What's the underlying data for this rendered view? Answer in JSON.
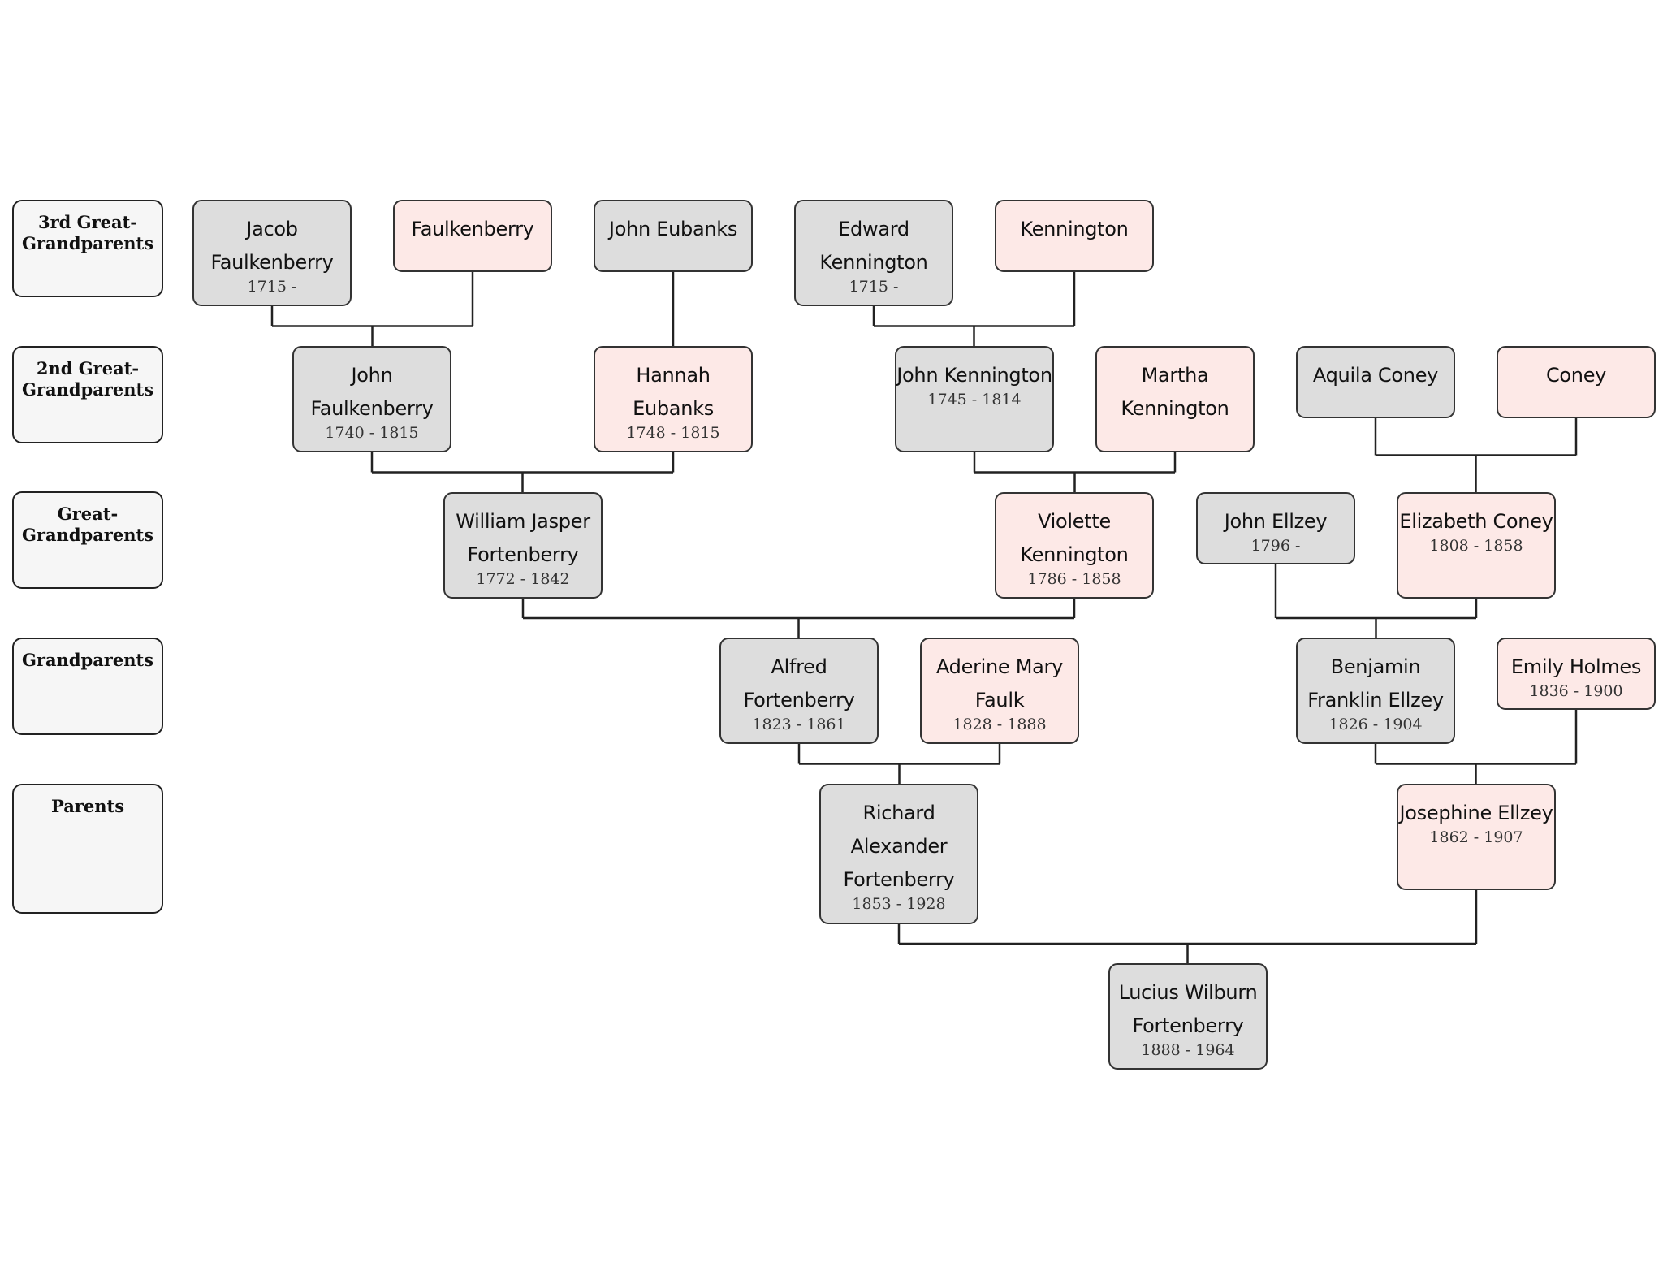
{
  "generations": [
    {
      "id": "g3",
      "label": "3rd Great-\nGrandparents"
    },
    {
      "id": "g2",
      "label": "2nd Great-\nGrandparents"
    },
    {
      "id": "g1",
      "label": "Great-\nGrandparents"
    },
    {
      "id": "g0",
      "label": "Grandparents"
    },
    {
      "id": "gp",
      "label": "Parents"
    }
  ],
  "people": {
    "jacob_faulkenberry": {
      "name": "Jacob Faulkenberry",
      "dates": "1715 -",
      "sex": "male"
    },
    "faulkenberry": {
      "name": "Faulkenberry",
      "dates": "",
      "sex": "female"
    },
    "john_eubanks": {
      "name": "John Eubanks",
      "dates": "",
      "sex": "male"
    },
    "edward_kennington": {
      "name": "Edward Kennington",
      "dates": "1715 -",
      "sex": "male"
    },
    "kennington": {
      "name": "Kennington",
      "dates": "",
      "sex": "female"
    },
    "john_faulkenberry": {
      "name": "John Faulkenberry",
      "dates": "1740 - 1815",
      "sex": "male"
    },
    "hannah_eubanks": {
      "name": "Hannah Eubanks",
      "dates": "1748 - 1815",
      "sex": "female"
    },
    "john_kennington": {
      "name": "John Kennington",
      "dates": "1745 - 1814",
      "sex": "male"
    },
    "martha_kennington": {
      "name": "Martha Kennington",
      "dates": "",
      "sex": "female"
    },
    "aquila_coney": {
      "name": "Aquila Coney",
      "dates": "",
      "sex": "male"
    },
    "coney": {
      "name": "Coney",
      "dates": "",
      "sex": "female"
    },
    "william_jasper_fortenberry": {
      "name": "William Jasper Fortenberry",
      "dates": "1772 - 1842",
      "sex": "male"
    },
    "violette_kennington": {
      "name": "Violette Kennington",
      "dates": "1786 - 1858",
      "sex": "female"
    },
    "john_ellzey": {
      "name": "John Ellzey",
      "dates": "1796 -",
      "sex": "male"
    },
    "elizabeth_coney": {
      "name": "Elizabeth Coney",
      "dates": "1808 - 1858",
      "sex": "female"
    },
    "alfred_fortenberry": {
      "name": "Alfred Fortenberry",
      "dates": "1823 - 1861",
      "sex": "male"
    },
    "aderine_mary_faulk": {
      "name": "Aderine Mary Faulk",
      "dates": "1828 - 1888",
      "sex": "female"
    },
    "benjamin_franklin_ellzey": {
      "name": "Benjamin Franklin Ellzey",
      "dates": "1826 - 1904",
      "sex": "male"
    },
    "emily_holmes": {
      "name": "Emily Holmes",
      "dates": "1836 - 1900",
      "sex": "female"
    },
    "richard_alexander_fortenberry": {
      "name": "Richard Alexander Fortenberry",
      "dates": "1853 - 1928",
      "sex": "male"
    },
    "josephine_ellzey": {
      "name": "Josephine Ellzey",
      "dates": "1862 - 1907",
      "sex": "female"
    },
    "lucius_wilburn_fortenberry": {
      "name": "Lucius Wilburn Fortenberry",
      "dates": "1888 - 1964",
      "sex": "male"
    }
  },
  "relationships": [
    {
      "child": "john_faulkenberry",
      "parents": [
        "jacob_faulkenberry",
        "faulkenberry"
      ]
    },
    {
      "child": "hannah_eubanks",
      "parents": [
        "john_eubanks"
      ]
    },
    {
      "child": "john_kennington",
      "parents": [
        "edward_kennington",
        "kennington"
      ]
    },
    {
      "child": "william_jasper_fortenberry",
      "parents": [
        "john_faulkenberry",
        "hannah_eubanks"
      ]
    },
    {
      "child": "violette_kennington",
      "parents": [
        "john_kennington",
        "martha_kennington"
      ]
    },
    {
      "child": "elizabeth_coney",
      "parents": [
        "aquila_coney",
        "coney"
      ]
    },
    {
      "child": "alfred_fortenberry",
      "parents": [
        "william_jasper_fortenberry",
        "violette_kennington"
      ]
    },
    {
      "child": "benjamin_franklin_ellzey",
      "parents": [
        "john_ellzey",
        "elizabeth_coney"
      ]
    },
    {
      "child": "richard_alexander_fortenberry",
      "parents": [
        "alfred_fortenberry",
        "aderine_mary_faulk"
      ]
    },
    {
      "child": "josephine_ellzey",
      "parents": [
        "benjamin_franklin_ellzey",
        "emily_holmes"
      ]
    },
    {
      "child": "lucius_wilburn_fortenberry",
      "parents": [
        "richard_alexander_fortenberry",
        "josephine_ellzey"
      ]
    }
  ],
  "colors": {
    "male": "#dddddd",
    "female": "#fde9e7",
    "label": "#f6f6f6",
    "line": "#222222"
  }
}
